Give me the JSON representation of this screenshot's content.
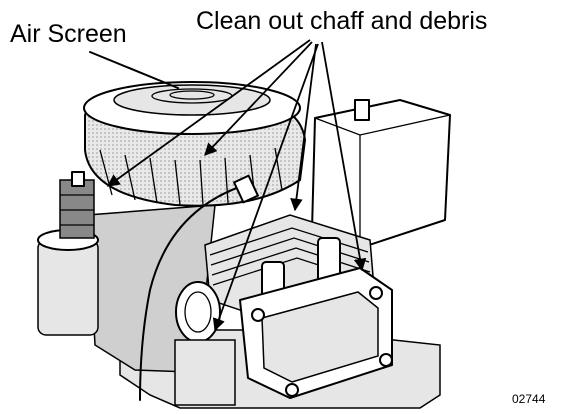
{
  "labels": {
    "air_screen": "Air Screen",
    "clean_out": "Clean out chaff and debris",
    "figure_number": "02744"
  },
  "colors": {
    "ink": "#000000",
    "background": "#ffffff"
  }
}
